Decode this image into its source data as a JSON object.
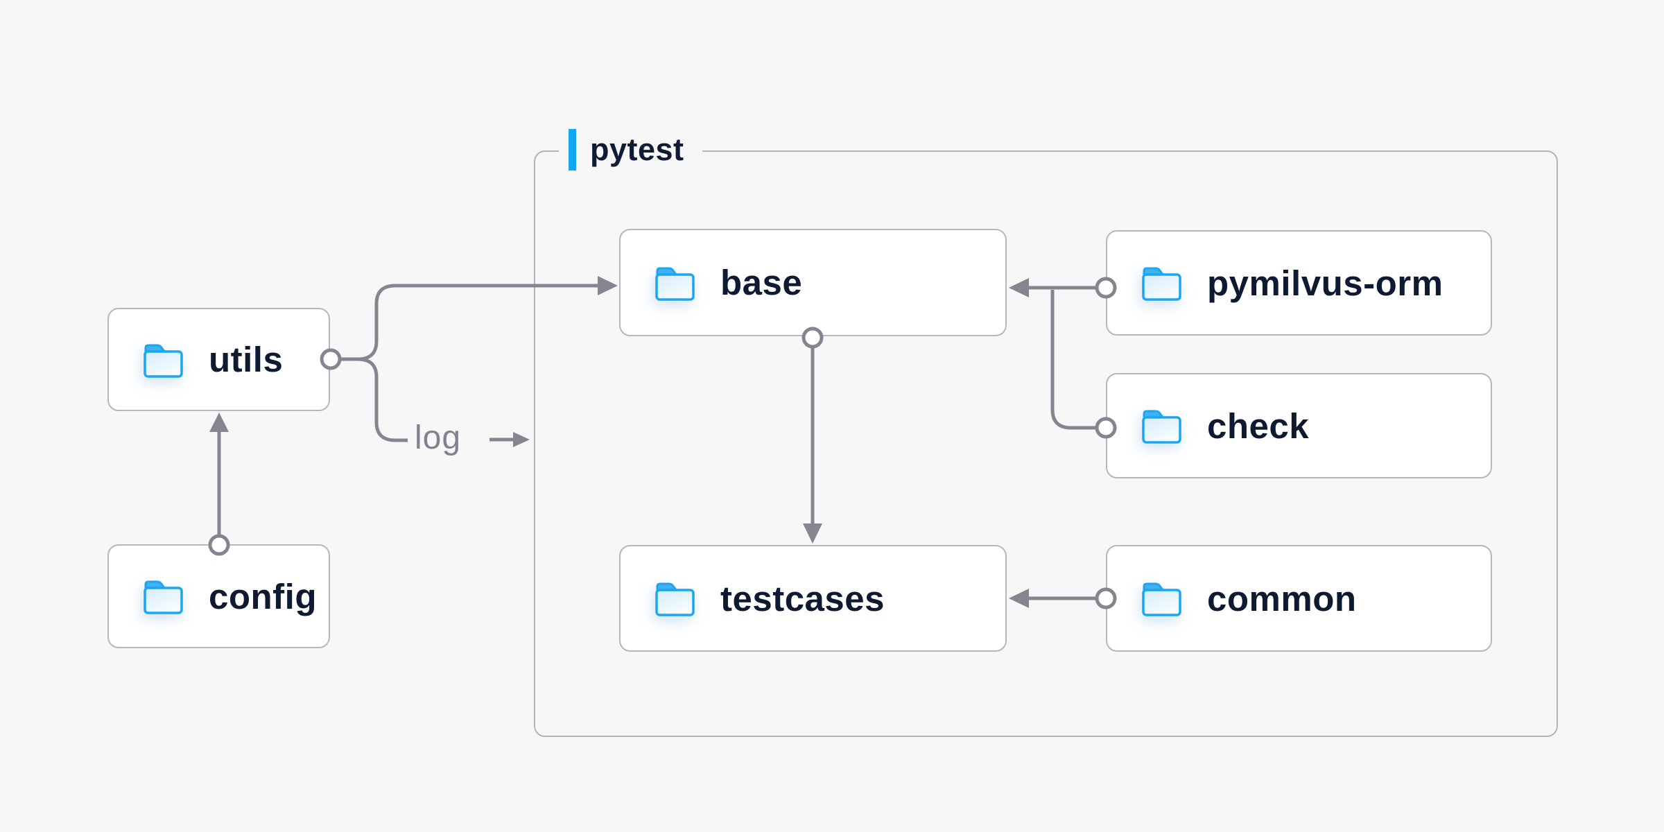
{
  "diagram": {
    "group": {
      "label": "pytest"
    },
    "nodes": {
      "utils": {
        "label": "utils",
        "icon": "folder-icon"
      },
      "config": {
        "label": "config",
        "icon": "folder-icon"
      },
      "base": {
        "label": "base",
        "icon": "folder-icon"
      },
      "testcases": {
        "label": "testcases",
        "icon": "folder-icon"
      },
      "pymilvus_orm": {
        "label": "pymilvus-orm",
        "icon": "folder-icon"
      },
      "check": {
        "label": "check",
        "icon": "folder-icon"
      },
      "common": {
        "label": "common",
        "icon": "folder-icon"
      }
    },
    "edges": {
      "log_label": "log",
      "list": [
        {
          "from": "config",
          "to": "utils"
        },
        {
          "from": "utils",
          "to": "base"
        },
        {
          "from": "utils",
          "to": "pytest",
          "label": "log"
        },
        {
          "from": "base",
          "to": "testcases"
        },
        {
          "from": "pymilvus-orm",
          "to": "base"
        },
        {
          "from": "check",
          "to": "base"
        },
        {
          "from": "common",
          "to": "testcases"
        }
      ]
    },
    "colors": {
      "background": "#f7f7f8",
      "box_fill": "#ffffff",
      "box_border": "#b6b6c2",
      "group_border": "#b3b3bf",
      "connector": "#85858f",
      "accent_blue": "#14a7f0",
      "folder_stroke": "#1ba6f0",
      "folder_tab": "#43b0ef",
      "text": "#0e1a32",
      "muted_label": "#82828e"
    }
  }
}
